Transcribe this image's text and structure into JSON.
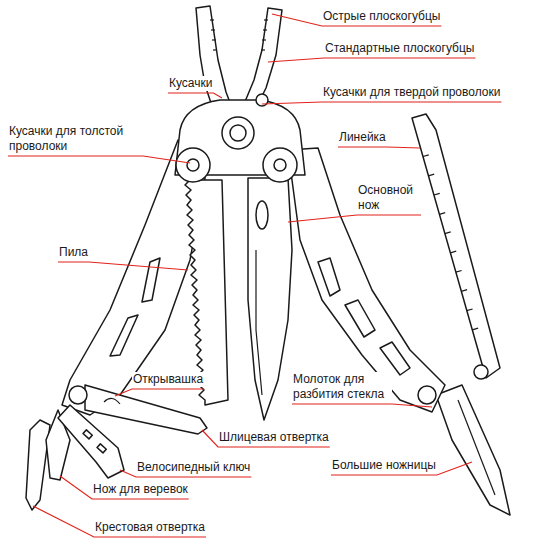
{
  "diagram": {
    "labels": [
      "Острые плоскогубцы",
      "Стандартные плоскогубцы",
      "Кусачки",
      "Кусачки для твердой проволоки",
      "Кусачки для толстой проволоки",
      "Линейка",
      "Основной нож",
      "Пила",
      "Открывашка",
      "Молоток для разбития стекла",
      "Шлицевая отвертка",
      "Велосипедный ключ",
      "Большие ножницы",
      "Нож для веревок",
      "Крестовая отвертка"
    ]
  }
}
